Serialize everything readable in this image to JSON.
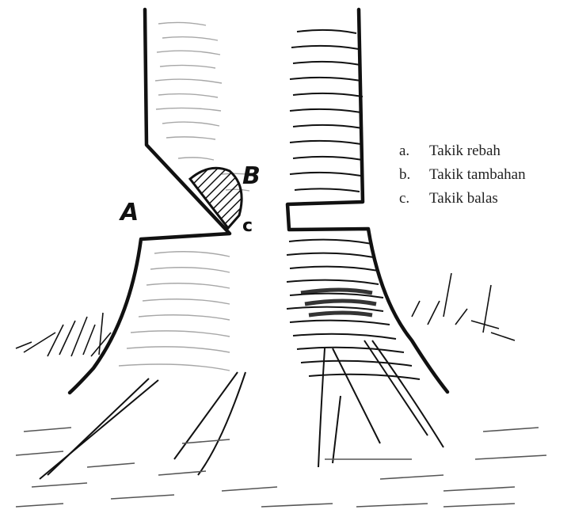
{
  "labels": {
    "a": "A",
    "b": "B",
    "c": "c"
  },
  "legend": [
    {
      "mark": "a.",
      "text": "Takik rebah"
    },
    {
      "mark": "b.",
      "text": "Takik tambahan"
    },
    {
      "mark": "c.",
      "text": "Takik balas"
    }
  ],
  "colors": {
    "ink": "#111111",
    "background": "#ffffff"
  }
}
